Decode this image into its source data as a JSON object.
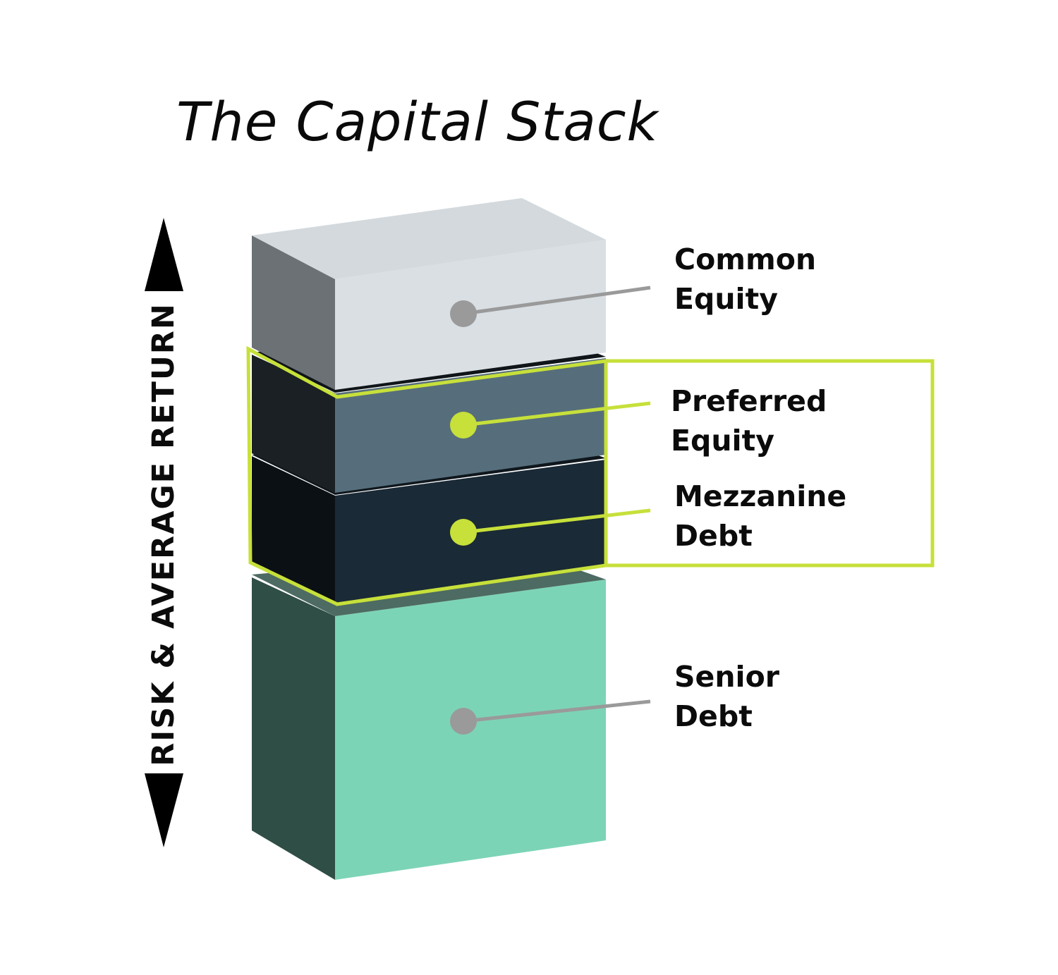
{
  "title": "The Capital Stack",
  "axis_label": "RISK & AVERAGE RETURN",
  "layers": [
    {
      "id": "common-equity",
      "line1": "Common",
      "line2": "Equity",
      "front_color": "#d9dfe3",
      "side_color": "#6b7175",
      "dot_color": "#9a9a9a",
      "highlighted": false
    },
    {
      "id": "preferred-equity",
      "line1": "Preferred",
      "line2": "Equity",
      "front_color": "#566e7b",
      "side_color": "#1a2024",
      "dot_color": "#c7e03a",
      "highlighted": true
    },
    {
      "id": "mezzanine-debt",
      "line1": "Mezzanine",
      "line2": "Debt",
      "front_color": "#1a2a36",
      "side_color": "#0b1014",
      "dot_color": "#c7e03a",
      "highlighted": true
    },
    {
      "id": "senior-debt",
      "line1": "Senior",
      "line2": "Debt",
      "front_color": "#7cd4b6",
      "side_color": "#2f4e46",
      "dot_color": "#9a9a9a",
      "highlighted": false
    }
  ],
  "colors": {
    "highlight_outline": "#c7e03a",
    "connector_neutral": "#9a9a9a",
    "arrow": "#000000"
  }
}
